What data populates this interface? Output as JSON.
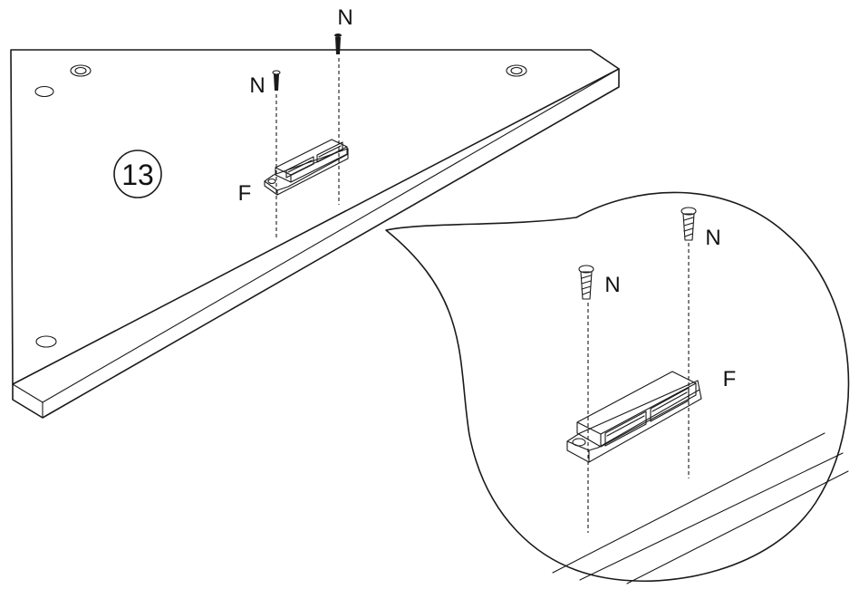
{
  "diagram": {
    "step_number": "13",
    "labels": {
      "screw_top": "N",
      "screw_left": "N",
      "bracket": "F",
      "zoom_screw_right": "N",
      "zoom_screw_left": "N",
      "zoom_bracket": "F"
    },
    "colors": {
      "ink": "#1a1a1a",
      "background": "#ffffff"
    }
  }
}
